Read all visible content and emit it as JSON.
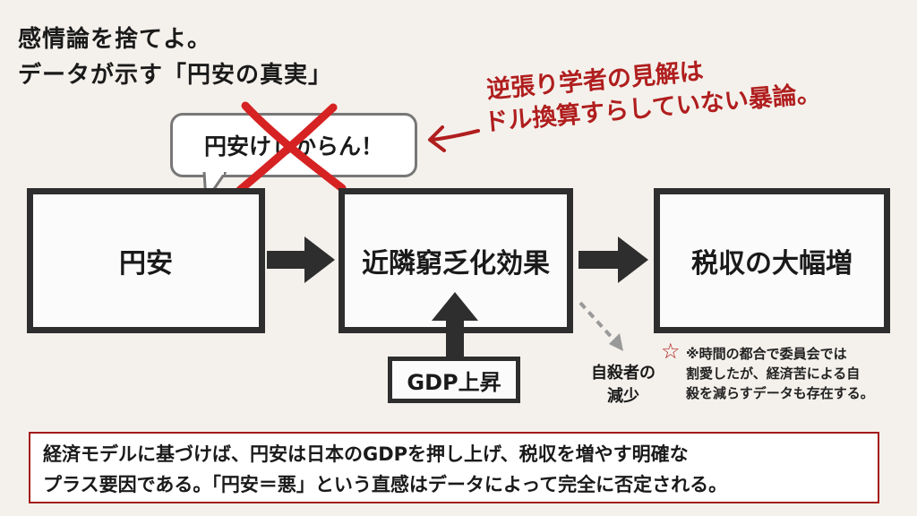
{
  "title": {
    "line1": "感情論を捨てよ。",
    "line2": "データが示す「円安の真実」"
  },
  "bubble": {
    "text": "円安けしからん！"
  },
  "rebuttal": {
    "line1": "逆張り学者の見解は",
    "line2": "ドル換算すらしていない暴論。"
  },
  "flow": {
    "box1": "円安",
    "box2": "近隣窮乏化効果",
    "box3": "税収の大幅増",
    "input": "GDP上昇",
    "side_effect_line1": "自殺者の",
    "side_effect_line2": "減少"
  },
  "note": {
    "star": "☆",
    "line1": "※時間の都合で委員会では",
    "line2": "割愛したが、経済苦による自",
    "line3": "殺を減らすデータも存在する。"
  },
  "conclusion": {
    "line1": "経済モデルに基づけば、円安は日本のGDPを押し上げ、税収を増やす明確な",
    "line2": "プラス要因である。「円安＝悪」という直感はデータによって完全に否定される。"
  },
  "colors": {
    "accent_red": "#b01e1e",
    "box_border": "#2e2e2e",
    "background": "#f4f1ec"
  }
}
